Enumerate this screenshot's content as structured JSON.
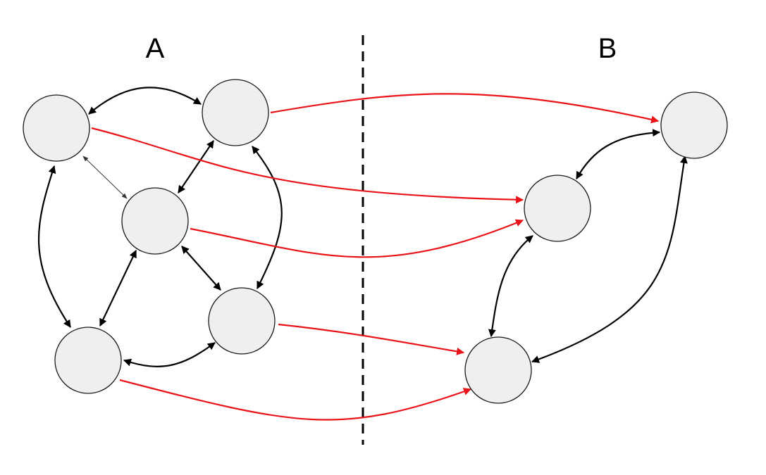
{
  "labels": {
    "left": "A",
    "right": "B"
  },
  "colors": {
    "node_fill": "#efefef",
    "intra_edge": "#000000",
    "cross_edge": "#e8141a"
  },
  "nodes": [
    {
      "id": "a1",
      "group": "A"
    },
    {
      "id": "a2",
      "group": "A"
    },
    {
      "id": "a3",
      "group": "A"
    },
    {
      "id": "a4",
      "group": "A"
    },
    {
      "id": "a5",
      "group": "A"
    },
    {
      "id": "b1",
      "group": "B"
    },
    {
      "id": "b2",
      "group": "B"
    },
    {
      "id": "b3",
      "group": "B"
    }
  ],
  "edges": [
    {
      "from": "a1",
      "to": "a2",
      "kind": "bidirectional"
    },
    {
      "from": "a1",
      "to": "a3",
      "kind": "bidirectional-thin"
    },
    {
      "from": "a1",
      "to": "a4",
      "kind": "bidirectional"
    },
    {
      "from": "a2",
      "to": "a3",
      "kind": "bidirectional"
    },
    {
      "from": "a2",
      "to": "a5",
      "kind": "bidirectional"
    },
    {
      "from": "a3",
      "to": "a5",
      "kind": "bidirectional"
    },
    {
      "from": "a3",
      "to": "a4",
      "kind": "bidirectional"
    },
    {
      "from": "a4",
      "to": "a5",
      "kind": "bidirectional"
    },
    {
      "from": "b1",
      "to": "b2",
      "kind": "bidirectional"
    },
    {
      "from": "b1",
      "to": "b3",
      "kind": "bidirectional"
    },
    {
      "from": "b2",
      "to": "b3",
      "kind": "bidirectional"
    },
    {
      "from": "a2",
      "to": "b1",
      "kind": "cross"
    },
    {
      "from": "a1",
      "to": "b2",
      "kind": "cross"
    },
    {
      "from": "a3",
      "to": "b2",
      "kind": "cross"
    },
    {
      "from": "a5",
      "to": "b3",
      "kind": "cross"
    },
    {
      "from": "a4",
      "to": "b3",
      "kind": "cross"
    }
  ]
}
